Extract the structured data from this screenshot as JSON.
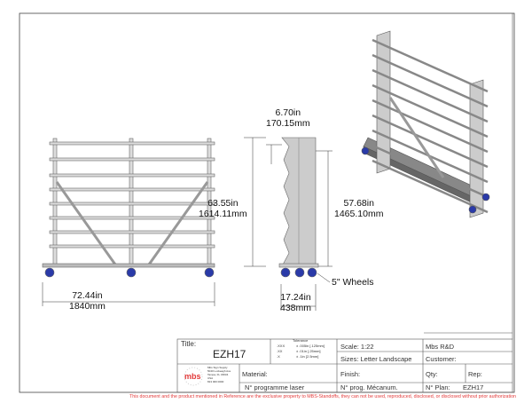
{
  "front_view": {
    "width_in": "72.44in",
    "width_mm": "1840mm",
    "height_in": "63.55in",
    "height_mm": "1614.11mm"
  },
  "side_view": {
    "top_in": "6.70in",
    "top_mm": "170.15mm",
    "inner_in": "57.68in",
    "inner_mm": "1465.10mm",
    "base_in": "17.24in",
    "base_mm": "438mm",
    "wheels_label": "5\" Wheels"
  },
  "title_block": {
    "title_label": "Title:",
    "title_value": "EZH17",
    "tolerance_label": "Tolerance",
    "tolerances": [
      [
        ".XXX",
        "± .005in [.125mm]"
      ],
      [
        ".XX",
        "± .01in [.25mm]"
      ],
      [
        ".X",
        "± .1in [2.5mm]"
      ]
    ],
    "scale": "Scale: 1:22",
    "size": "Sizes: Letter Landscape",
    "company": "Mbs R&D",
    "customer": "Customer:",
    "material": "Material:",
    "finish": "Finish:",
    "qty": "Qty:",
    "rep": "Rep:",
    "prog_laser": "N° programme laser",
    "prog_mec": "N° prog. Mécanum.",
    "plan_label": "N° Plan:",
    "plan_value": "EZH17",
    "logo_text": "mbs",
    "address": [
      "Mbs Sign Supply",
      "5040 Lockeagh Ave",
      "Tampa, FL 33634",
      "USA",
      "813 000 0000"
    ]
  },
  "footer": "This document and the product mentioned in Reference are the exclusive property to MBS-Standoffs, they can not be used, reproduced, disclosed, or disclosed without prior authorization",
  "colors": {
    "accent": "#e23a3a",
    "wheel": "#2a3aa8",
    "frame": "#9a9a9a"
  }
}
